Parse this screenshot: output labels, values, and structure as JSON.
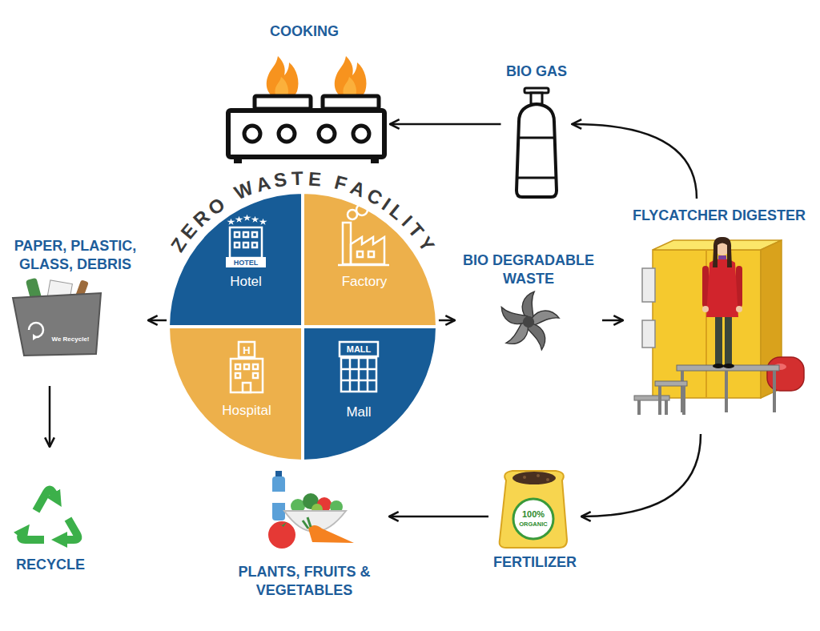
{
  "diagram": {
    "nodes": [
      {
        "text": [
          "COOKING"
        ]
      },
      {
        "text": [
          "BIO GAS"
        ]
      },
      {
        "text": [
          "ZERO WASTE FACILITY"
        ]
      },
      {
        "text": [
          "Hotel"
        ],
        "in": 2
      },
      {
        "text": [
          "Factory"
        ],
        "in": 2
      },
      {
        "text": [
          "Hospital"
        ],
        "in": 2
      },
      {
        "text": [
          "Mall"
        ],
        "in": 2
      },
      {
        "text": [
          "FLYCATCHER DIGESTER"
        ]
      },
      {
        "text": [
          "PAPER, PLASTIC, GLASS, DEBRIS"
        ]
      },
      {
        "text": [
          "BIO DEGRADABLE WASTE"
        ]
      },
      {
        "text": [
          "RECYCLE"
        ]
      },
      {
        "text": [
          "PLANTS, FRUITS & VEGETABLES"
        ]
      },
      {
        "text": [
          "FERTILIZER"
        ]
      }
    ],
    "edges": [
      {
        "from": 2,
        "to": 8,
        "arrow": "to"
      },
      {
        "from": 8,
        "to": 10,
        "arrow": "to"
      },
      {
        "from": 2,
        "to": 9,
        "arrow": "to"
      },
      {
        "from": 9,
        "to": 7,
        "arrow": "to"
      },
      {
        "from": 7,
        "to": 1,
        "arrow": "to"
      },
      {
        "from": 1,
        "to": 0,
        "arrow": "to"
      },
      {
        "from": 7,
        "to": 12,
        "arrow": "to"
      },
      {
        "from": 12,
        "to": 11,
        "arrow": "to"
      }
    ],
    "labels": [
      "HOTEL",
      "We Recycle!",
      "H",
      "MALL",
      "100%",
      "ORGANIC"
    ]
  }
}
